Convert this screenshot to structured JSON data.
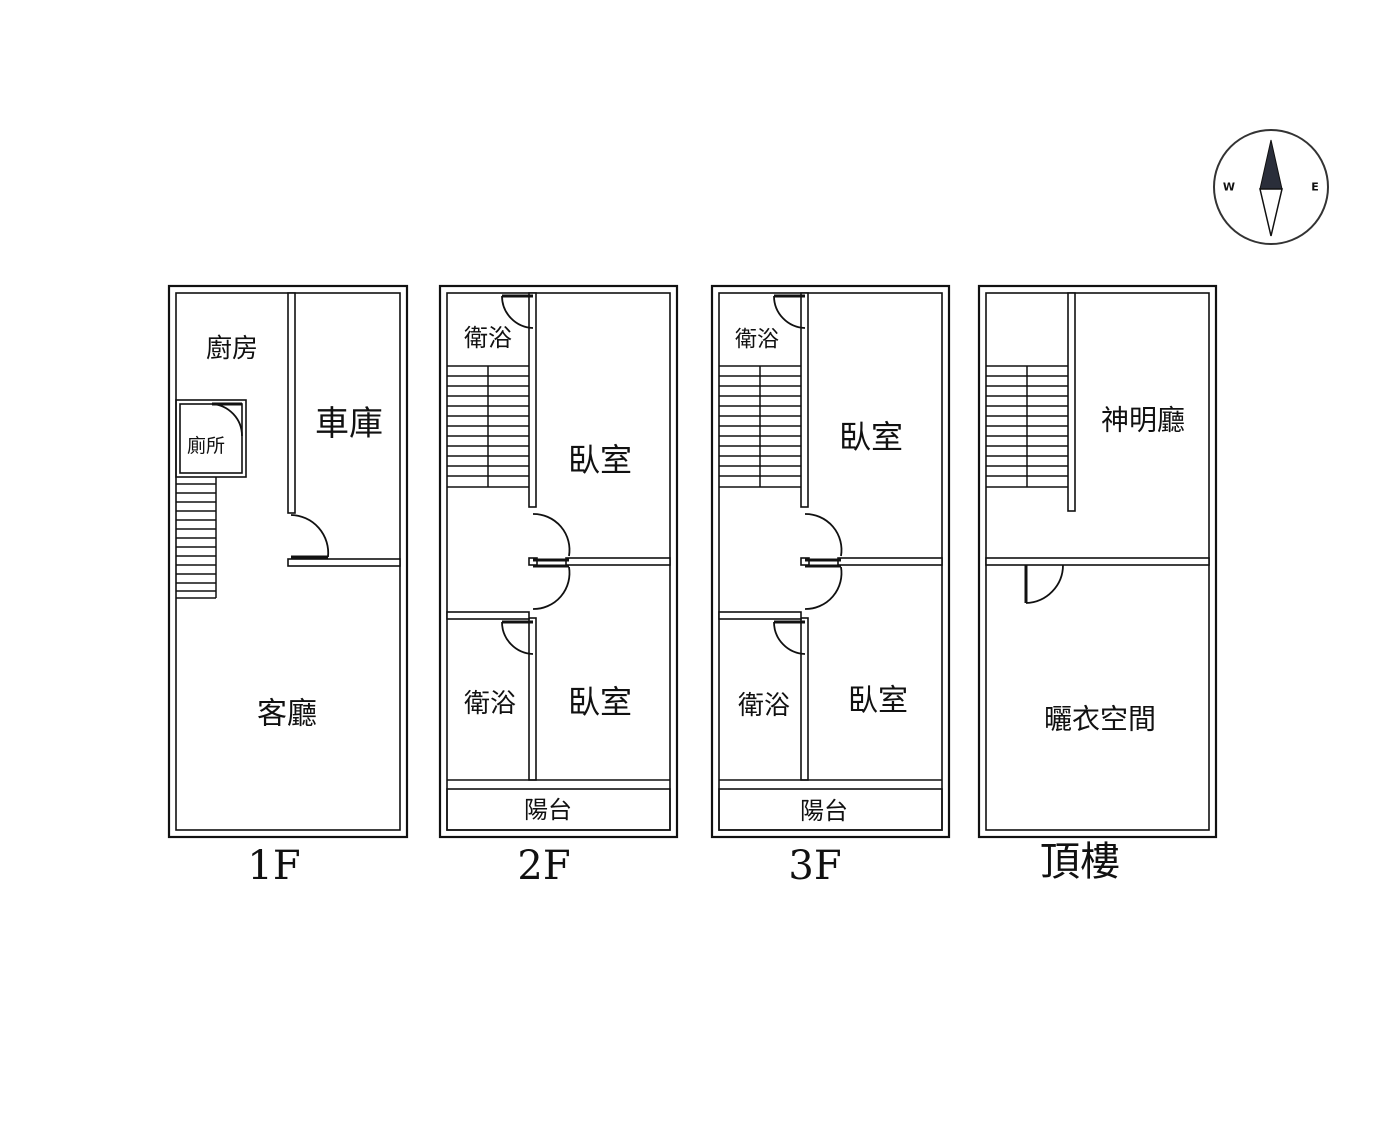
{
  "compass": {
    "west": "W",
    "east": "E"
  },
  "floors": [
    {
      "label": "1F",
      "rooms": {
        "kitchen": "廚房",
        "toilet": "廁所",
        "garage": "車庫",
        "living": "客廳"
      }
    },
    {
      "label": "2F",
      "rooms": {
        "bath_top": "衛浴",
        "bedroom_top": "臥室",
        "bath_bottom": "衛浴",
        "bedroom_bottom": "臥室",
        "balcony": "陽台"
      }
    },
    {
      "label": "3F",
      "rooms": {
        "bath_top": "衛浴",
        "bedroom_top": "臥室",
        "bath_bottom": "衛浴",
        "bedroom_bottom": "臥室",
        "balcony": "陽台"
      }
    },
    {
      "label": "頂樓",
      "rooms": {
        "shrine": "神明廳",
        "laundry": "曬衣空間"
      }
    }
  ]
}
